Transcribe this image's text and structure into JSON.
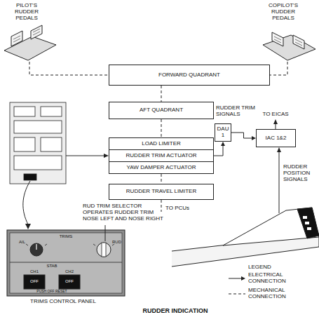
{
  "diagram": {
    "caption": "RUDDER INDICATION",
    "nodes": [
      {
        "text": [
          "FORWARD QUADRANT"
        ]
      },
      {
        "text": [
          "AFT QUADRANT"
        ]
      },
      {
        "text": [
          "LOAD LIMITER"
        ]
      },
      {
        "text": [
          "RUDDER TRIM ACTUATOR"
        ]
      },
      {
        "text": [
          "YAW DAMPER ACTUATOR"
        ]
      },
      {
        "text": [
          "RUDDER TRAVEL LIMITER"
        ]
      },
      {
        "text": [
          "DAU 1"
        ]
      },
      {
        "text": [
          "IAC 1&2"
        ]
      }
    ],
    "edges": [
      {
        "from": 0,
        "to": 1,
        "arrow": "none"
      },
      {
        "from": 1,
        "to": 2,
        "arrow": "none"
      },
      {
        "from": 4,
        "to": 5,
        "arrow": "none"
      },
      {
        "from": 3,
        "to": 6,
        "arrow": "to"
      },
      {
        "from": 6,
        "to": 7,
        "arrow": "to"
      }
    ],
    "labels": [
      "PILOT'S RUDDER PEDALS",
      "COPILOT'S RUDDER PEDALS",
      "RUDDER TRIM SIGNALS",
      "TO EICAS",
      "RUDDER POSITION SIGNALS",
      "TO PCUs",
      "RUD TRIM SELECTOR OPERATES RUDDER TRIM NOSE LEFT AND NOSE RIGHT",
      "TRIMS CONTROL PANEL",
      "TRIMS",
      "AIL",
      "RUD",
      "STAB",
      "CH1",
      "CH2",
      "OFF",
      "OFF",
      "PUSH OFF RESET",
      "LEGEND"
    ],
    "legend": [
      {
        "text": "ELECTRICAL CONNECTION"
      },
      {
        "text": "MECHANICAL CONNECTION"
      }
    ]
  }
}
